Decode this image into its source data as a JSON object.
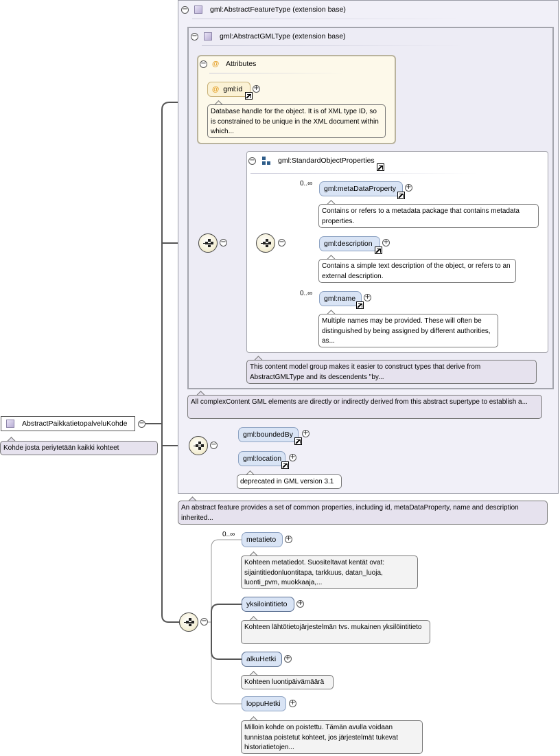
{
  "root": {
    "name": "AbstractPaikkatietopalveluKohde",
    "doc": "Kohde josta periytetään kaikki kohteet"
  },
  "feature_type": {
    "title": "gml:AbstractFeatureType (extension base)",
    "doc": "An abstract feature provides a set of common properties, including id, metaDataProperty, name and description inherited..."
  },
  "gml_type": {
    "title": "gml:AbstractGMLType (extension base)",
    "doc": "All complexContent GML elements are directly or indirectly derived from this abstract supertype to establish a..."
  },
  "attributes": {
    "title": "Attributes",
    "at_symbol": "@",
    "id_name": "gml:id",
    "id_doc": "Database handle for the object. It is of XML type ID, so is constrained to be unique in the XML document within which..."
  },
  "standard_props": {
    "title": "gml:StandardObjectProperties",
    "doc": "This content model group makes it easier to construct types that derive from AbstractGMLType and its descendents \"by...",
    "items": [
      {
        "name": "gml:metaDataProperty",
        "occ": "0..∞",
        "doc": "Contains or refers to a metadata package that contains metadata properties."
      },
      {
        "name": "gml:description",
        "occ": "",
        "doc": "Contains a simple text description of the object, or refers to an external description."
      },
      {
        "name": "gml:name",
        "occ": "0..∞",
        "doc": "Multiple names may be provided. These will often be distinguished by being assigned by different authorities, as..."
      }
    ]
  },
  "bounded": {
    "items": [
      {
        "name": "gml:boundedBy"
      },
      {
        "name": "gml:location",
        "doc": "deprecated in GML version 3.1"
      }
    ]
  },
  "local": {
    "items": [
      {
        "name": "metatieto",
        "occ": "0..∞",
        "doc": "Kohteen metatiedot. Suositeltavat kentät ovat: sijaintitiedonluontitapa, tarkkuus, datan_luoja, luonti_pvm, muokkaaja,..."
      },
      {
        "name": "yksilointitieto",
        "occ": "",
        "doc": "Kohteen lähtötietojärjestelmän tvs. mukainen yksilöintitieto"
      },
      {
        "name": "alkuHetki",
        "occ": "",
        "doc": "Kohteen luontipäivämäärä"
      },
      {
        "name": "loppuHetki",
        "occ": "",
        "doc": "Milloin kohde on poistettu. Tämän avulla voidaan tunnistaa poistetut kohteet, jos järjestelmät tukevat historiatietojen..."
      }
    ]
  },
  "colors": {
    "element_fill": "#d9e4f5",
    "doc_purple": "#e6e2ee",
    "attr_fill": "#fdf9ea"
  }
}
